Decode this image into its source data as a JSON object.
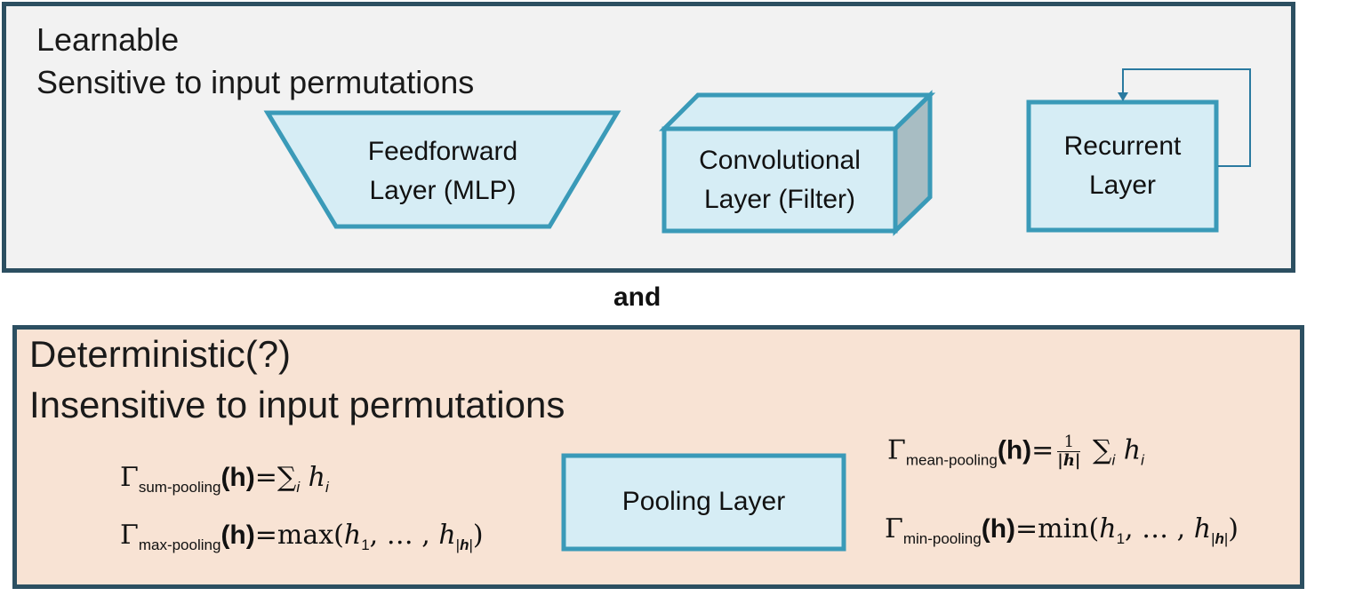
{
  "top_panel": {
    "title_line1": "Learnable",
    "title_line2": "Sensitive to input permutations",
    "blocks": {
      "feedforward": {
        "line1": "Feedforward",
        "line2": "Layer (MLP)"
      },
      "convolutional": {
        "line1": "Convolutional",
        "line2": "Layer (Filter)"
      },
      "recurrent": {
        "line1": "Recurrent",
        "line2": "Layer"
      }
    }
  },
  "connector": "and",
  "bottom_panel": {
    "title_line1": "Deterministic(?)",
    "title_line2": "Insensitive to input permutations",
    "pooling_label": "Pooling Layer",
    "formulas": {
      "sum": {
        "gamma": "Γ",
        "subscript": "sum-pooling",
        "arg": "(h)",
        "rhs": "=∑"
      },
      "max": {
        "gamma": "Γ",
        "subscript": "max-pooling",
        "arg": "(h)",
        "rhs": "=max"
      },
      "mean": {
        "gamma": "Γ",
        "subscript": "mean-pooling",
        "arg": "(h)",
        "rhs": "="
      },
      "min": {
        "gamma": "Γ",
        "subscript": "min-pooling",
        "arg": "(h)",
        "rhs": "=min"
      }
    }
  },
  "colors": {
    "panel_border": "#2c4f61",
    "top_fill": "#f2f2f2",
    "bottom_fill": "#f8e3d4",
    "block_fill": "#d6edf5",
    "block_border": "#3a9ab8",
    "cube_side": "#a8bdc3"
  }
}
